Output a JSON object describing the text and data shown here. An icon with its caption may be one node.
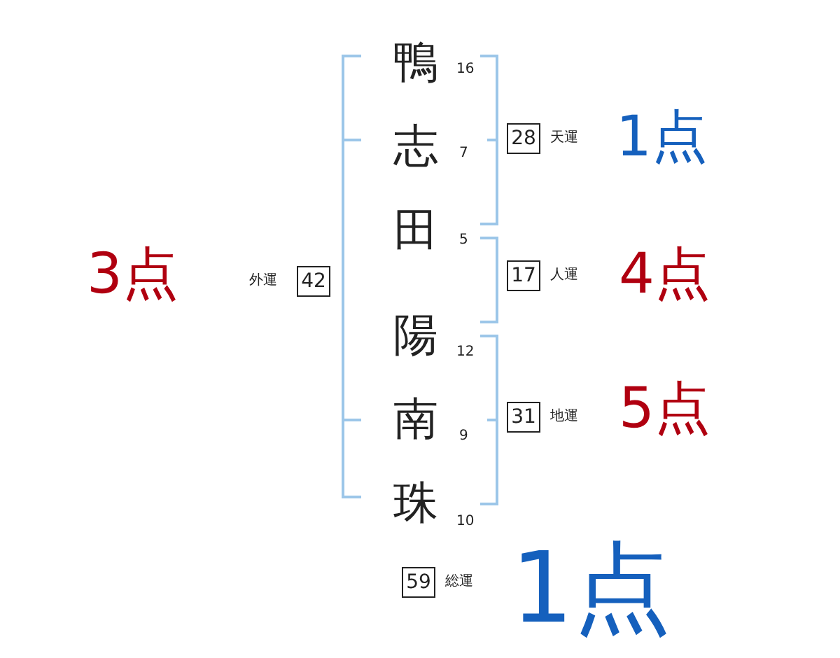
{
  "diagram": {
    "nodes": [
      {
        "text": [
          "28"
        ],
        "beside": [
          "天運"
        ]
      },
      {
        "text": [
          "17"
        ],
        "beside": [
          "人運"
        ]
      },
      {
        "text": [
          "31"
        ],
        "beside": [
          "地運"
        ]
      },
      {
        "text": [
          "42"
        ],
        "beside": [
          "外運"
        ]
      },
      {
        "text": [
          "59"
        ],
        "beside": [
          "総運"
        ]
      }
    ],
    "edges": [],
    "labels": [
      "鴨",
      "16",
      "志",
      "7",
      "1点",
      "田",
      "5",
      "3点",
      "4点",
      "陽",
      "12",
      "南",
      "9",
      "5点",
      "珠",
      "10",
      "1点"
    ]
  }
}
